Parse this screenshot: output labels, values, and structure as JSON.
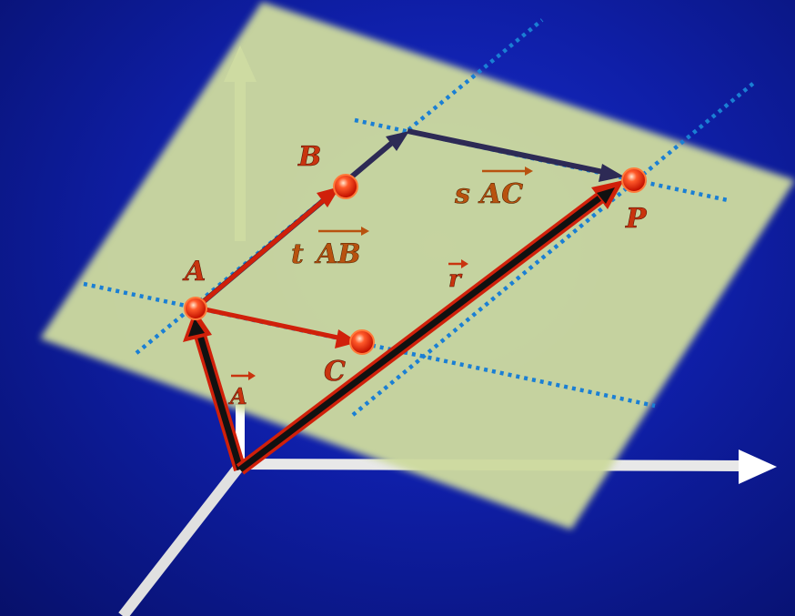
{
  "labels": {
    "point_a": "A",
    "point_b": "B",
    "point_c": "C",
    "point_p": "P",
    "vec_a": "A",
    "vec_r": "r",
    "t_coef": "t",
    "ab": "AB",
    "s_coef": "s",
    "ac": "AC"
  },
  "colors": {
    "background": "#0f1fa8",
    "plane": "#cfdca4",
    "axis": "#ffffff",
    "dotted_line": "#1a7fd4",
    "vector_red": "#d0200a",
    "vector_dark": "#2d2a55",
    "point": "#ff3a1a"
  }
}
